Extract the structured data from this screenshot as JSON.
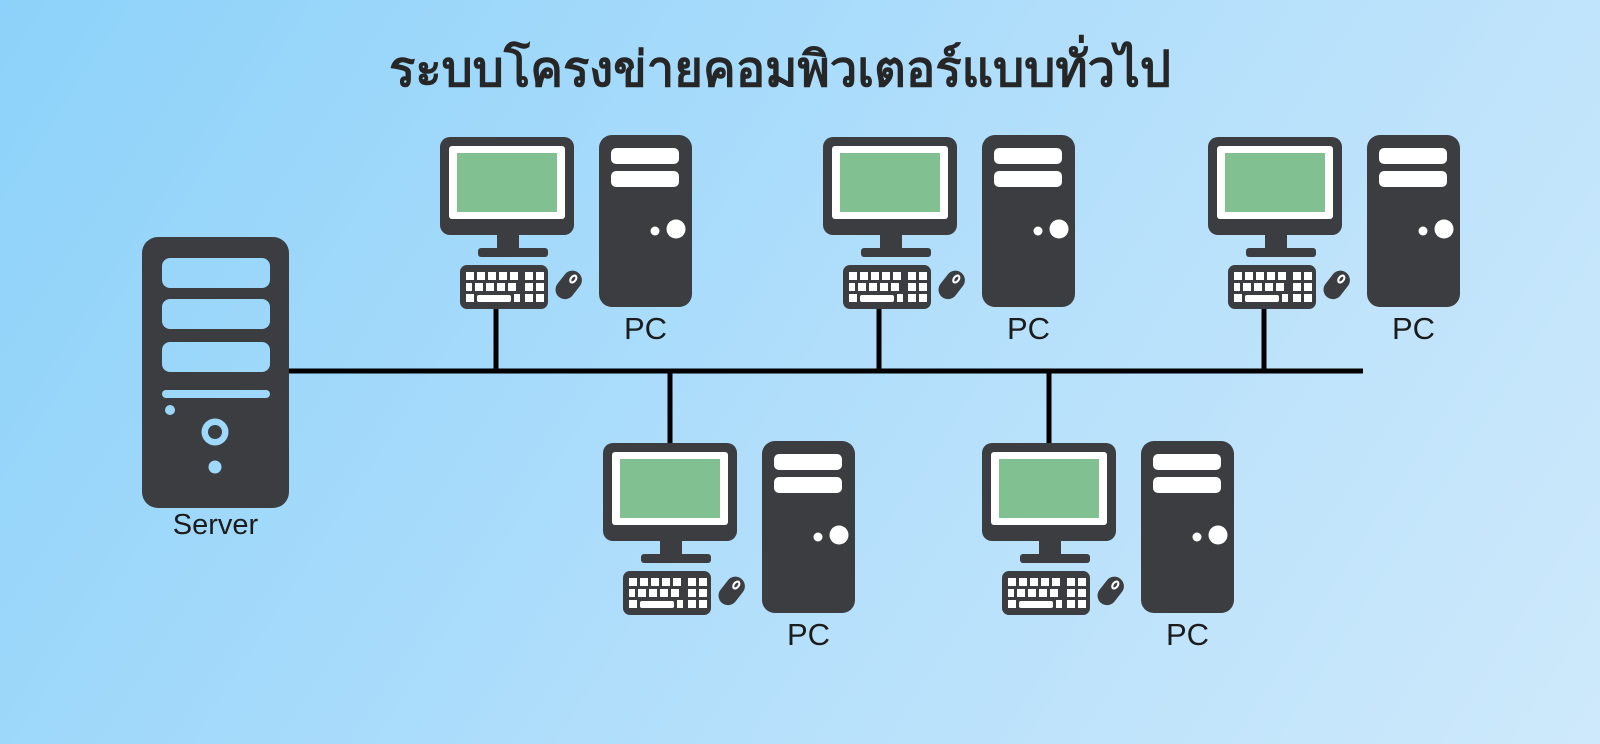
{
  "title": "ระบบโครงข่ายคอมพิวเตอร์แบบทั่วไป",
  "server": {
    "label": "Server"
  },
  "workstations": [
    {
      "label": "PC"
    },
    {
      "label": "PC"
    },
    {
      "label": "PC"
    },
    {
      "label": "PC"
    },
    {
      "label": "PC"
    }
  ],
  "colors": {
    "icon_dark": "#3B3D41",
    "screen_green": "#80C091",
    "icon_white": "#FFFFFF",
    "wire": "#000000",
    "title": "#262626",
    "label": "#1C1C1C",
    "background_start": "#8DD2FA",
    "background_end": "#CEE9FB"
  }
}
